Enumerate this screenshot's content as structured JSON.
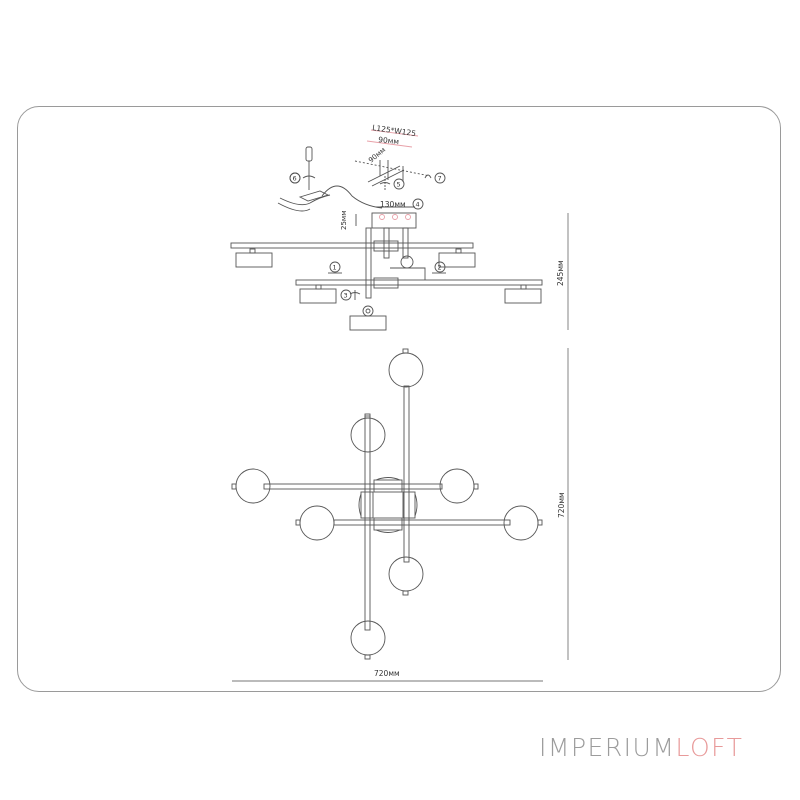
{
  "diagram": {
    "type": "technical-drawing",
    "subject": "ceiling lamp with 8 globe shades on crossed bars",
    "mounting_plate": {
      "size_label": "L125*W125",
      "hole_spacing_label": "90мм",
      "diagonal_label": "90мм"
    },
    "dimensions": {
      "canopy_length": "130мм",
      "canopy_height": "25мм",
      "side_height": "245мм",
      "top_height": "720мм",
      "top_width": "720мм"
    },
    "steps": [
      "1",
      "2",
      "3",
      "4",
      "5",
      "6",
      "7"
    ],
    "colors": {
      "line": "#555555",
      "accent_line": "#e8a0a8",
      "frame": "#9a9a9a"
    }
  },
  "brand": {
    "part1": "IMPERIUM",
    "part2": "LOFT",
    "color1": "#9c9c9c",
    "color2": "#e89a9a"
  }
}
